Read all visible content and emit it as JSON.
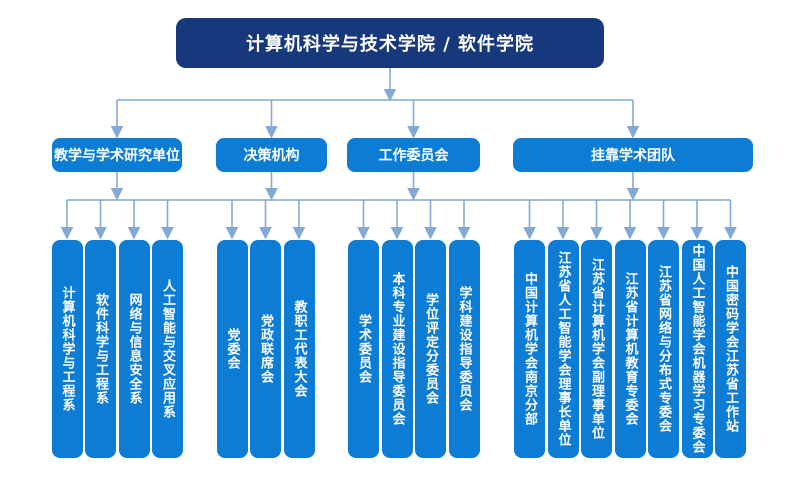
{
  "colors": {
    "root_bg": "#17387b",
    "node_bg": "#0c7cd5",
    "connector": "#84a9d4",
    "text": "#ffffff"
  },
  "root": {
    "label": "计算机科学与技术学院 / 软件学院"
  },
  "groups": [
    {
      "label": "教学与学术研究单位",
      "children": [
        "计算机科学与工程系",
        "软件科学与工程系",
        "网络与信息安全系",
        "人工智能与交叉应用系"
      ]
    },
    {
      "label": "决策机构",
      "children": [
        "党委会",
        "党政联席会",
        "教职工代表大会"
      ]
    },
    {
      "label": "工作委员会",
      "children": [
        "学术委员会",
        "本科专业建设指导委员会",
        "学位评定分委员会",
        "学科建设指导委员会"
      ]
    },
    {
      "label": "挂靠学术团队",
      "children": [
        "中国计算机学会南京分部",
        "江苏省人工智能学会理事长单位",
        "江苏省计算机学会副理事单位",
        "江苏省计算机教育专委会",
        "江苏省网络与分布式专委会",
        "中国人工智能学会机器学习专委会",
        "中国密码学会江苏省工作站"
      ]
    }
  ]
}
